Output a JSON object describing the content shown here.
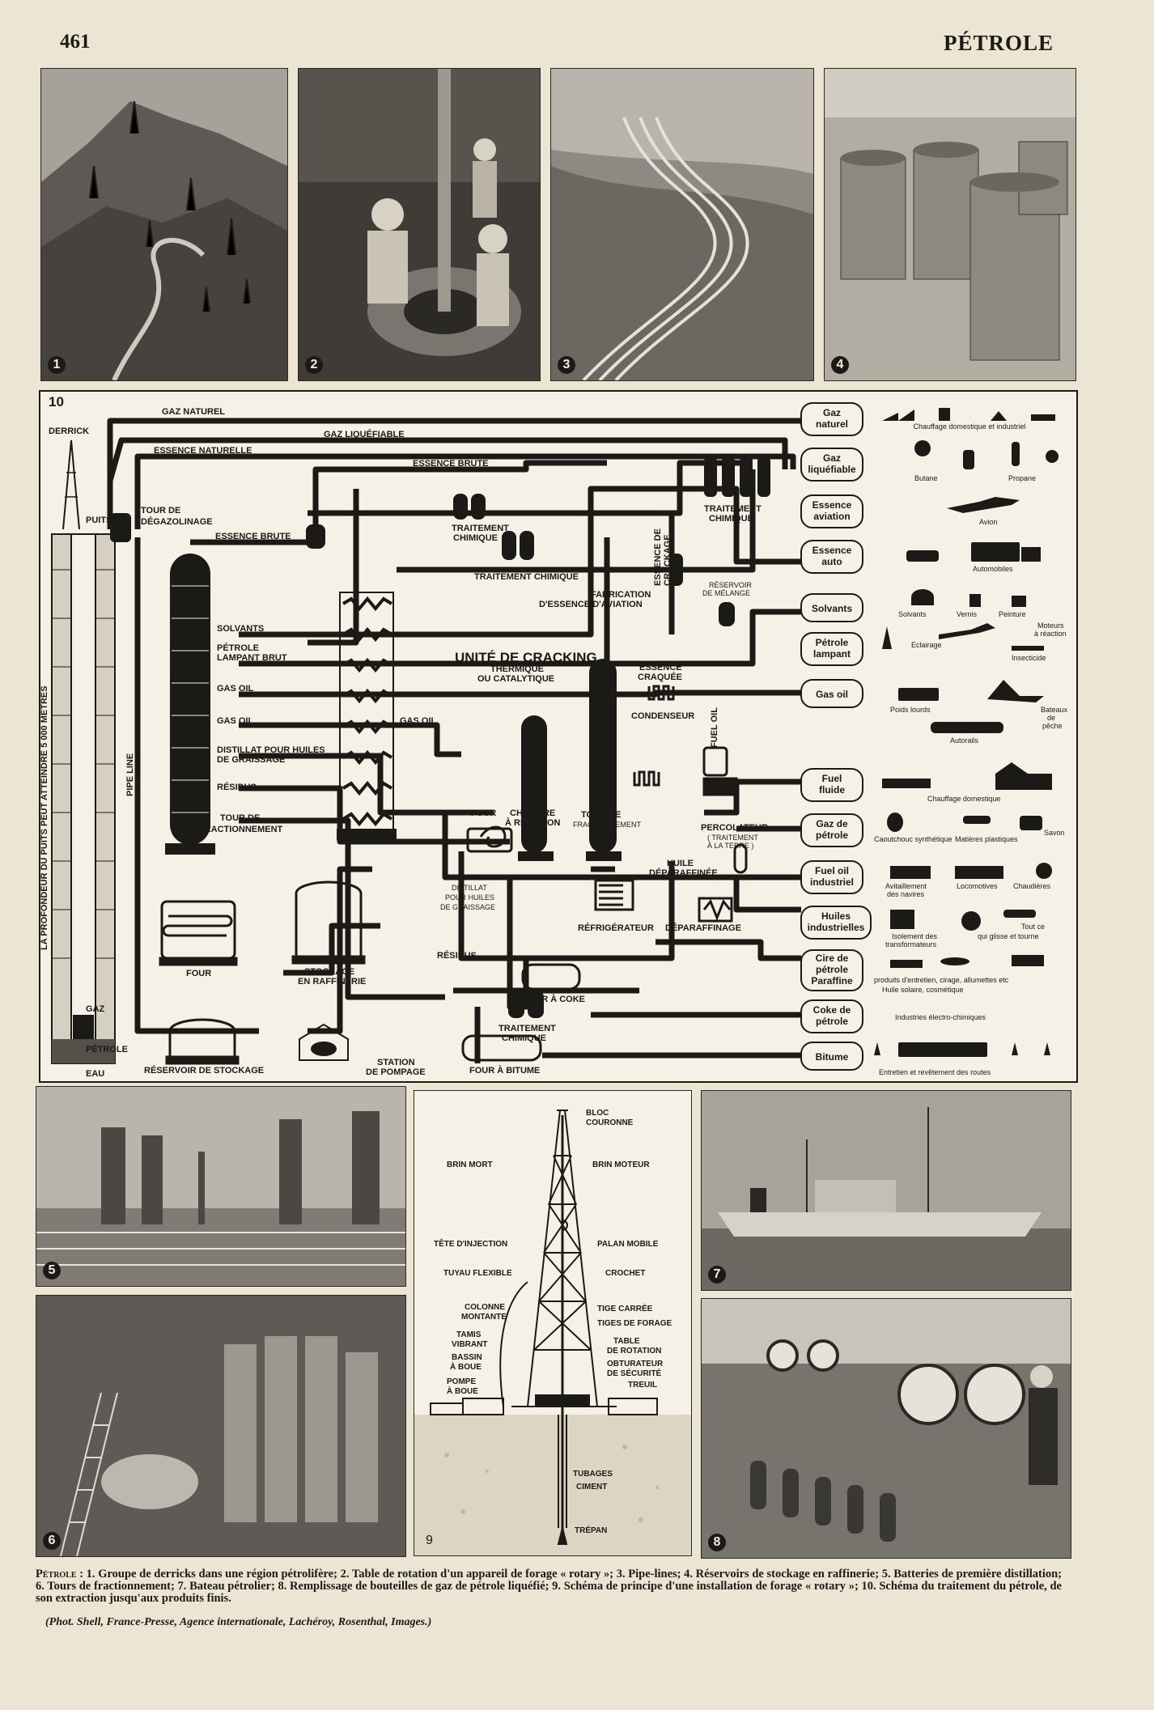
{
  "header": {
    "page_number": "461",
    "title": "PÉTROLE"
  },
  "photos": [
    {
      "number": "1"
    },
    {
      "number": "2"
    },
    {
      "number": "3"
    },
    {
      "number": "4"
    },
    {
      "number": "5"
    },
    {
      "number": "6"
    },
    {
      "number": "7"
    },
    {
      "number": "8"
    }
  ],
  "diagram": {
    "number": "10",
    "side_label": "LA PROFONDEUR DU PUITS PEUT ATTEINDRE 5 000 MÈTRES",
    "pipe_label": "PIPE LINE",
    "well": {
      "derrick": "DERRICK",
      "puits": "PUITS",
      "gaz": "GAZ",
      "petrole": "PÉTROLE",
      "eau": "EAU"
    },
    "streams": {
      "gaz_naturel": "GAZ NATUREL",
      "gaz_liquefiable": "GAZ LIQUÉFIABLE",
      "essence_naturelle": "ESSENCE NATURELLE",
      "essence_brute_top": "ESSENCE BRUTE",
      "essence_brute": "ESSENCE  BRUTE",
      "solvants": "SOLVANTS",
      "petrole_lampant_1": "PÉTROLE",
      "petrole_lampant_2": "LAMPANT BRUT",
      "gas_oil_1": "GAS OIL",
      "gas_oil_2": "GAS OIL",
      "gas_oil_3": "GAS OIL",
      "distillat_1": "DISTILLAT POUR HUILES",
      "distillat_2": "DE GRAISSAGE",
      "residus": "RÉSIDUS",
      "residus_2": "RÉSIDUS",
      "essence_cracking_1": "ESSENCE DE",
      "essence_cracking_2": "CRACKAGE",
      "fuel_oil": "FUEL OIL"
    },
    "units": {
      "tour_degaz_1": "TOUR DE",
      "tour_degaz_2": "DÉGAZOLINAGE",
      "traitement_chimique_a1": "TRAITEMENT",
      "traitement_chimique_a2": "CHIMIQUE",
      "traitement_chimique_b": "TRAITEMENT CHIMIQUE",
      "traitement_chimique_c1": "TRAITEMENT",
      "traitement_chimique_c2": "CHIMIQUE",
      "traitement_chimique_d1": "TRAITEMENT",
      "traitement_chimique_d2": "CHIMIQUE",
      "fabrication_1": "FABRICATION",
      "fabrication_2": "D'ESSENCE D'AVIATION",
      "reservoir_melange_1": "RÉSERVOIR",
      "reservoir_melange_2": "DE MÉLANGE",
      "cracking_1": "UNITÉ DE CRACKING",
      "cracking_2": "THERMIQUE",
      "cracking_3": "OU CATALYTIQUE",
      "essence_craquee_1": "ESSENCE",
      "essence_craquee_2": "CRAQUÉE",
      "condenseur": "CONDENSEUR",
      "four": "FOUR",
      "chambre_1": "CHAMBRE",
      "chambre_2": "À RÉACTION",
      "tour_frac_small_1": "TOUR   DE",
      "tour_frac_small_2": "FRACTIONNEMENT",
      "tour_frac_1": "TOUR DE",
      "tour_frac_2": "FRACTIONNEMENT",
      "percolateur_1": "PERCOLATEUR",
      "percolateur_2": "( TRAITEMENT",
      "percolateur_3": "À LA TERRE )",
      "huile_deparaf_1": "HUILE",
      "huile_deparaf_2": "DÉPARAFFINÉE",
      "distillat_graissage_1": "DISTILLAT",
      "distillat_graissage_2": "POUR HUILES",
      "distillat_graissage_3": "DE GRAISSAGE",
      "refrigerateur": "RÉFRIGÉRATEUR",
      "deparaffinage": "DÉPARAFFINAGE",
      "four_bottom": "FOUR",
      "stockage_1": "STOCKAGE",
      "stockage_2": "EN RAFFINERIE",
      "four_coke": "FOUR À COKE",
      "four_bitume": "FOUR À BITUME",
      "reservoir_stockage": "RÉSERVOIR DE STOCKAGE",
      "station_1": "STATION",
      "station_2": "DE POMPAGE"
    },
    "products": [
      {
        "lines": [
          "Gaz",
          "naturel"
        ]
      },
      {
        "lines": [
          "Gaz",
          "liquéfiable"
        ]
      },
      {
        "lines": [
          "Essence",
          "aviation"
        ]
      },
      {
        "lines": [
          "Essence",
          "auto"
        ]
      },
      {
        "lines": [
          "Solvants"
        ]
      },
      {
        "lines": [
          "Pétrole",
          "lampant"
        ]
      },
      {
        "lines": [
          "Gas oil"
        ]
      },
      {
        "lines": [
          "Fuel",
          "fluide"
        ]
      },
      {
        "lines": [
          "Gaz de",
          "pétrole"
        ]
      },
      {
        "lines": [
          "Fuel oil",
          "industriel"
        ]
      },
      {
        "lines": [
          "Huiles",
          "industrielles"
        ]
      },
      {
        "lines": [
          "Cire de",
          "pétrole",
          "Paraffine"
        ]
      },
      {
        "lines": [
          "Coke de",
          "pétrole"
        ]
      },
      {
        "lines": [
          "Bitume"
        ]
      }
    ],
    "uses": {
      "u1": "Chauffage domestique et industriel",
      "u2a": "Butane",
      "u2b": "Propane",
      "u3": "Avion",
      "u4": "Automobiles",
      "u5a": "Solvants",
      "u5b": "Vernis",
      "u5c": "Peinture",
      "u6a": "Moteurs",
      "u6b": "à réaction",
      "u6c": "Eclairage",
      "u6d": "Insecticide",
      "u7a": "Poids lourds",
      "u7b": "Bateaux",
      "u7c": "de",
      "u7d": "pêche",
      "u7e": "Autorails",
      "u8": "Chauffage domestique",
      "u9a": "Caoutchouc synthétique",
      "u9b": "Matières plastiques",
      "u9c": "Savon",
      "u10a": "Avitaillement",
      "u10b": "des navires",
      "u10c": "Locomotives",
      "u10d": "Chaudières",
      "u11a": "Isolement des",
      "u11b": "transformateurs",
      "u11c": "Tout ce",
      "u11d": "qui glisse et tourne",
      "u12a": "produits d'entretien, cirage, allumettes etc",
      "u12b": "Huile solaire, cosmétique",
      "u13": "Industries électro-chimiques",
      "u14": "Entretien et revêtement des routes"
    }
  },
  "rig": {
    "number": "9",
    "labels": {
      "bloc_1": "BLOC",
      "bloc_2": "COURONNE",
      "brin_mort": "BRIN MORT",
      "brin_moteur": "BRIN MOTEUR",
      "tete_injection": "TÊTE D'INJECTION",
      "palan": "PALAN MOBILE",
      "tuyau": "TUYAU FLEXIBLE",
      "crochet": "CROCHET",
      "colonne_1": "COLONNE",
      "colonne_2": "MONTANTE",
      "tige_carree": "TIGE CARRÉE",
      "tiges_forage": "TIGES DE FORAGE",
      "tamis_1": "TAMIS",
      "tamis_2": "VIBRANT",
      "table_1": "TABLE",
      "table_2": "DE ROTATION",
      "bassin_1": "BASSIN",
      "bassin_2": "À BOUE",
      "obturateur_1": "OBTURATEUR",
      "obturateur_2": "DE SÉCURITÉ",
      "pompe_1": "POMPE",
      "pompe_2": "À BOUE",
      "treuil": "TREUIL",
      "tubages": "TUBAGES",
      "ciment": "CIMENT",
      "trepan": "TRÉPAN"
    }
  },
  "caption": {
    "head": "Pétrole",
    "text": " : 1. Groupe de derricks dans une région pétrolifère; 2. Table de rotation d'un appareil de forage « rotary »; 3. Pipe-lines; 4. Réservoirs de stockage en raffinerie; 5. Batteries de première distillation; 6. Tours de fractionnement; 7. Bateau pétrolier; 8. Remplissage de bouteilles de gaz de pétrole liquéfié; 9. Schéma de principe d'une installation de forage « rotary »; 10. Schéma du traitement du pétrole, de son extraction jusqu'aux produits finis.",
    "credits": "(Phot. Shell, France-Presse, Agence internationale, Lachéroy, Rosenthal, Images.)"
  }
}
